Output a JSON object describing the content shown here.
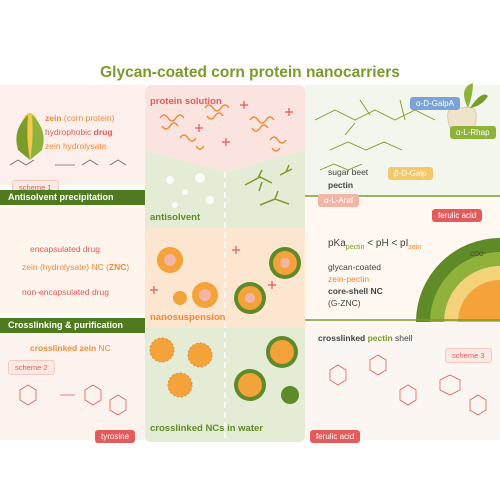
{
  "title": "Glycan-coated corn protein nanocarriers",
  "left_labels": {
    "zein_bold": "zein",
    "zein_rest": " (corn protein)",
    "hydrophobic": "hydrophobic ",
    "drug": "drug",
    "zein_hydrolysate": "zein hydrolysate",
    "scheme1": "scheme 1",
    "antisolvent_bar": "Antisolvent precipitation",
    "encapsulated_drug": "encapsulated drug",
    "zein_hyd_nc": "zein (hydrolysate) NC (",
    "znc": "ZNC",
    "znc_close": ")",
    "non_encapsulated": "non-encapsulated drug",
    "crosslink_bar": "Crosslinking & purification",
    "crosslinked_zein": "crosslinked zein",
    "nc_suffix": " NC",
    "scheme2": "scheme 2",
    "tyrosine": "tyrosine"
  },
  "center_labels": {
    "protein_solution": "protein solution",
    "antisolvent": "antisolvent",
    "nanosuspension": "nanosuspension",
    "crosslinked_water": "crosslinked NCs in water"
  },
  "right_labels": {
    "galpa": "α-D-GalpA",
    "rhap": "α-L-Rhap",
    "galp": "β-D-Galp",
    "araf": "α-L-Araf",
    "ferulic1": "ferulic acid",
    "sugar_beet": "sugar beet",
    "pectin": "pectin",
    "pka_line": "pKa",
    "pka_sub": "pectin",
    "pka_mid": " < pH < pI",
    "pi_sub": "zein",
    "glycan_coated": "glycan-coated",
    "zein_pectin": "zein-pectin",
    "core_shell": "core-shell NC",
    "gznc": "(G-ZNC)",
    "crosslinked_pectin_b": "crosslinked ",
    "crosslinked_pectin_g": "pectin",
    "shell": " shell",
    "scheme3": "scheme 3",
    "ferulic2": "ferulic acid",
    "coo": "COO⁻"
  },
  "colors": {
    "accent_green": "#7a9a2a",
    "dark_green": "#4f7a1f",
    "orange": "#f08a3a",
    "red": "#e35b5b",
    "panel_pink": "#fbe3e0",
    "panel_green": "#e4ecd5",
    "panel_orange": "#fde6cf"
  }
}
